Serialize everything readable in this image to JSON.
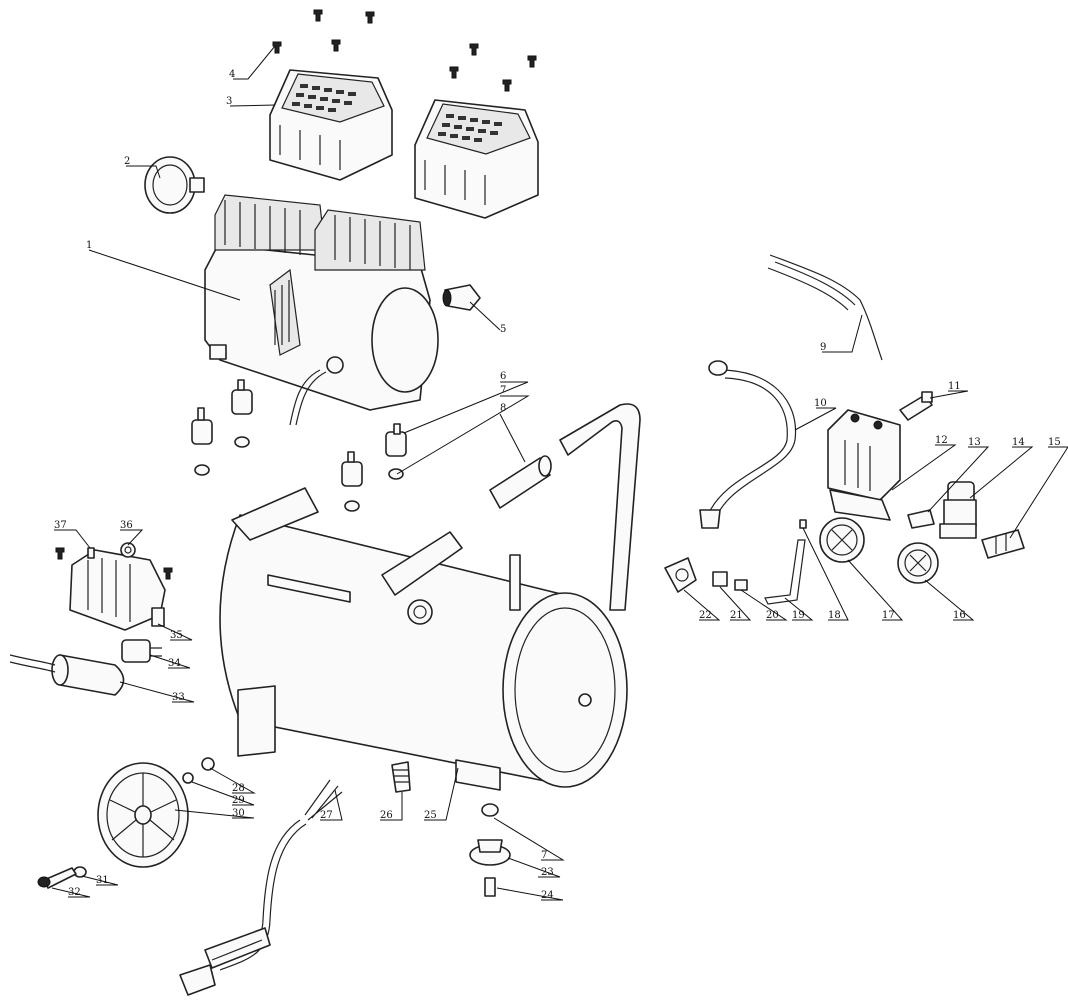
{
  "callouts": [
    {
      "label": "1"
    },
    {
      "label": "2"
    },
    {
      "label": "3"
    },
    {
      "label": "4"
    },
    {
      "label": "5"
    },
    {
      "label": "6"
    },
    {
      "label": "7"
    },
    {
      "label": "8"
    },
    {
      "label": "9"
    },
    {
      "label": "10"
    },
    {
      "label": "11"
    },
    {
      "label": "12"
    },
    {
      "label": "13"
    },
    {
      "label": "14"
    },
    {
      "label": "15"
    },
    {
      "label": "16"
    },
    {
      "label": "17"
    },
    {
      "label": "18"
    },
    {
      "label": "19"
    },
    {
      "label": "20"
    },
    {
      "label": "21"
    },
    {
      "label": "22"
    },
    {
      "label": "23"
    },
    {
      "label": "24"
    },
    {
      "label": "25"
    },
    {
      "label": "26"
    },
    {
      "label": "27"
    },
    {
      "label": "28"
    },
    {
      "label": "29"
    },
    {
      "label": "30"
    },
    {
      "label": "31"
    },
    {
      "label": "32"
    },
    {
      "label": "33"
    },
    {
      "label": "34"
    },
    {
      "label": "35"
    },
    {
      "label": "36"
    },
    {
      "label": "37"
    },
    {
      "label": "7"
    }
  ]
}
